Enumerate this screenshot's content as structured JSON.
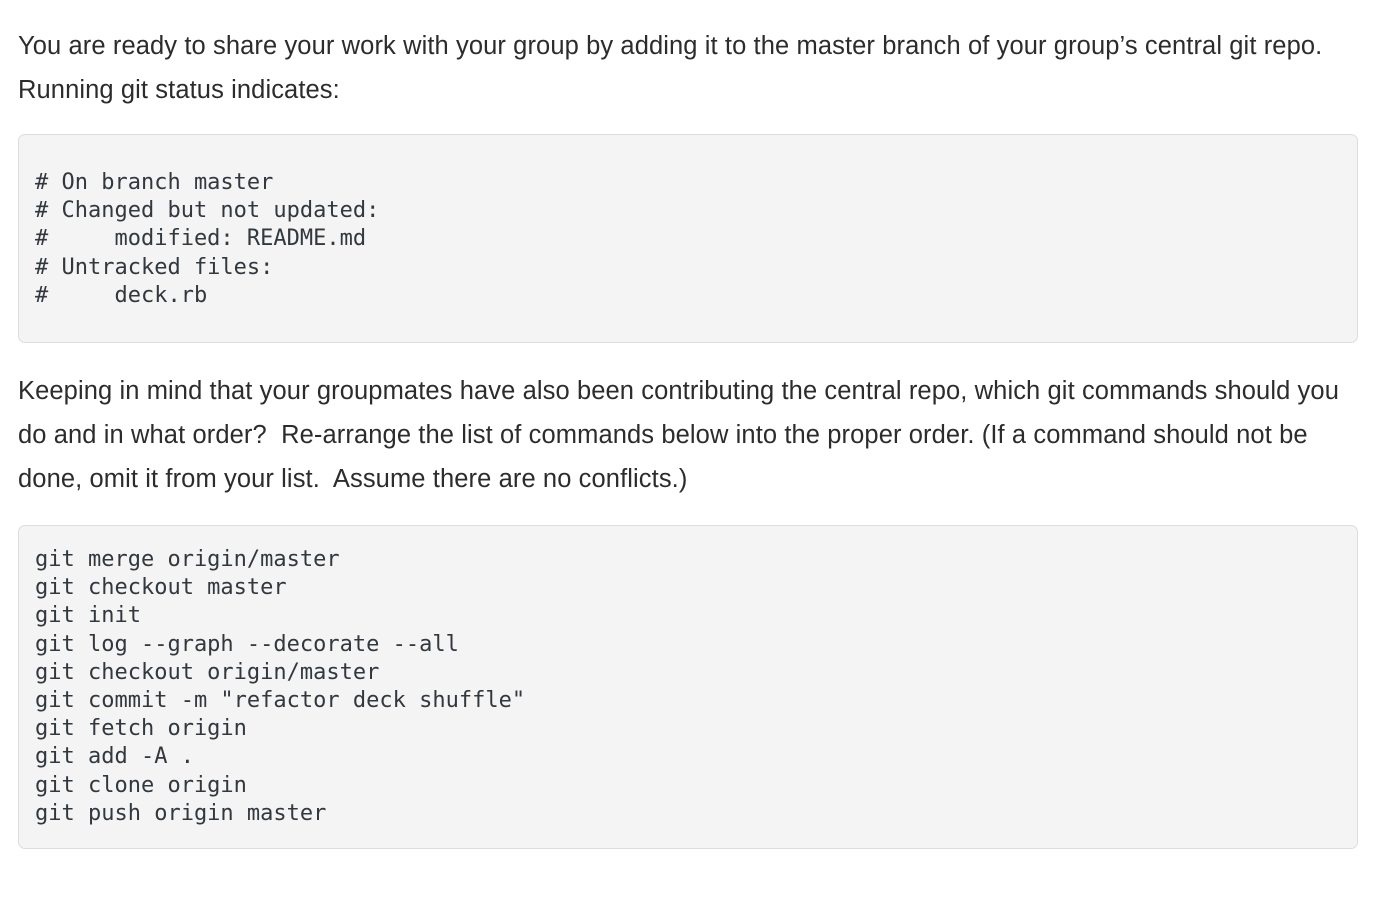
{
  "document": {
    "paragraph_1": "You are ready to share your work with your group by adding it to the master branch of your group’s central git repo. Running git status indicates:",
    "paragraph_2": "Keeping in mind that your groupmates have also been contributing the central repo, which git commands should you do and in what order?  Re-arrange the list of commands below into the proper order. (If a command should not be done, omit it from your list.  Assume there are no conflicts.)"
  },
  "code_block_status": {
    "lines": [
      "# On branch master",
      "# Changed but not updated:",
      "#     modified: README.md",
      "# Untracked files:",
      "#     deck.rb"
    ]
  },
  "code_block_commands": {
    "lines": [
      "git merge origin/master",
      "git checkout master",
      "git init",
      "git log --graph --decorate --all",
      "git checkout origin/master",
      "git commit -m \"refactor deck shuffle\"",
      "git fetch origin",
      "git add -A .",
      "git clone origin",
      "git push origin master"
    ]
  },
  "theme": {
    "page_background": "#ffffff",
    "code_background": "#f4f4f4",
    "code_border": "#dddddd",
    "body_text": "#2c2c2c",
    "code_text": "#32383e"
  }
}
